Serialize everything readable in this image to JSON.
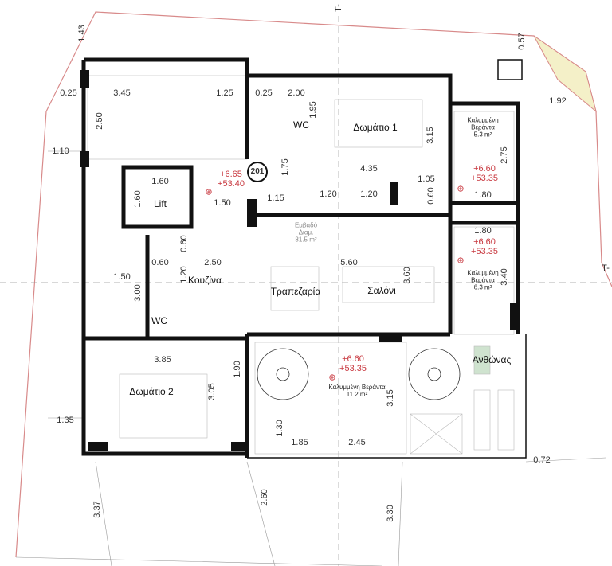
{
  "section_markers": {
    "top": "T-",
    "right": "T-"
  },
  "unit_number": "201",
  "rooms": {
    "wc_top": "WC",
    "bedroom_1": "Δωμάτιο 1",
    "lift": "Lift",
    "kitchen": "Κουζίνα",
    "dining": "Τραπεζαρία",
    "living": "Σαλόνι",
    "wc_bottom": "WC",
    "bedroom_2": "Δωμάτιο 2",
    "flower_bed": "Ανθώνας"
  },
  "area": {
    "label": "Εμβαδό",
    "sub": "Διαμ.",
    "value": "81.5 m²"
  },
  "verandas": [
    {
      "label": "Καλυμμένη Βεράντα",
      "area": "5.3 m²",
      "level1": "+6.60",
      "level2": "+53.35"
    },
    {
      "label": "Καλυμμένη Βεράντα",
      "area": "6.3 m²",
      "level1": "+6.60",
      "level2": "+53.35"
    },
    {
      "label": "Καλυμμένη Βεράντα",
      "area": "11.2 m²",
      "level1": "+6.60",
      "level2": "+53.35"
    }
  ],
  "entry_level": {
    "level1": "+6.65",
    "level2": "+53.40"
  },
  "dimensions": [
    "1.43",
    "0.57",
    "1.92",
    "0.25",
    "3.45",
    "1.25",
    "0.25",
    "2.00",
    "1.95",
    "3.15",
    "2.50",
    "1.10",
    "1.75",
    "4.35",
    "1.05",
    "0.60",
    "1.20",
    "1.20",
    "1.15",
    "1.60",
    "1.60",
    "1.50",
    "0.60",
    "0.60",
    "2.50",
    "5.60",
    "3.60",
    "1.50",
    "1.20",
    "3.00",
    "3.85",
    "1.90",
    "3.05",
    "1.35",
    "1.30",
    "1.85",
    "2.45",
    "0.72",
    "3.37",
    "2.60",
    "3.30",
    "2.75",
    "1.80",
    "1.80",
    "3.40",
    "3.15"
  ],
  "colors": {
    "wall": "#111111",
    "level_mark": "#c8383f",
    "plot_line": "#d88a8a",
    "garden": "#f4f0c8"
  }
}
